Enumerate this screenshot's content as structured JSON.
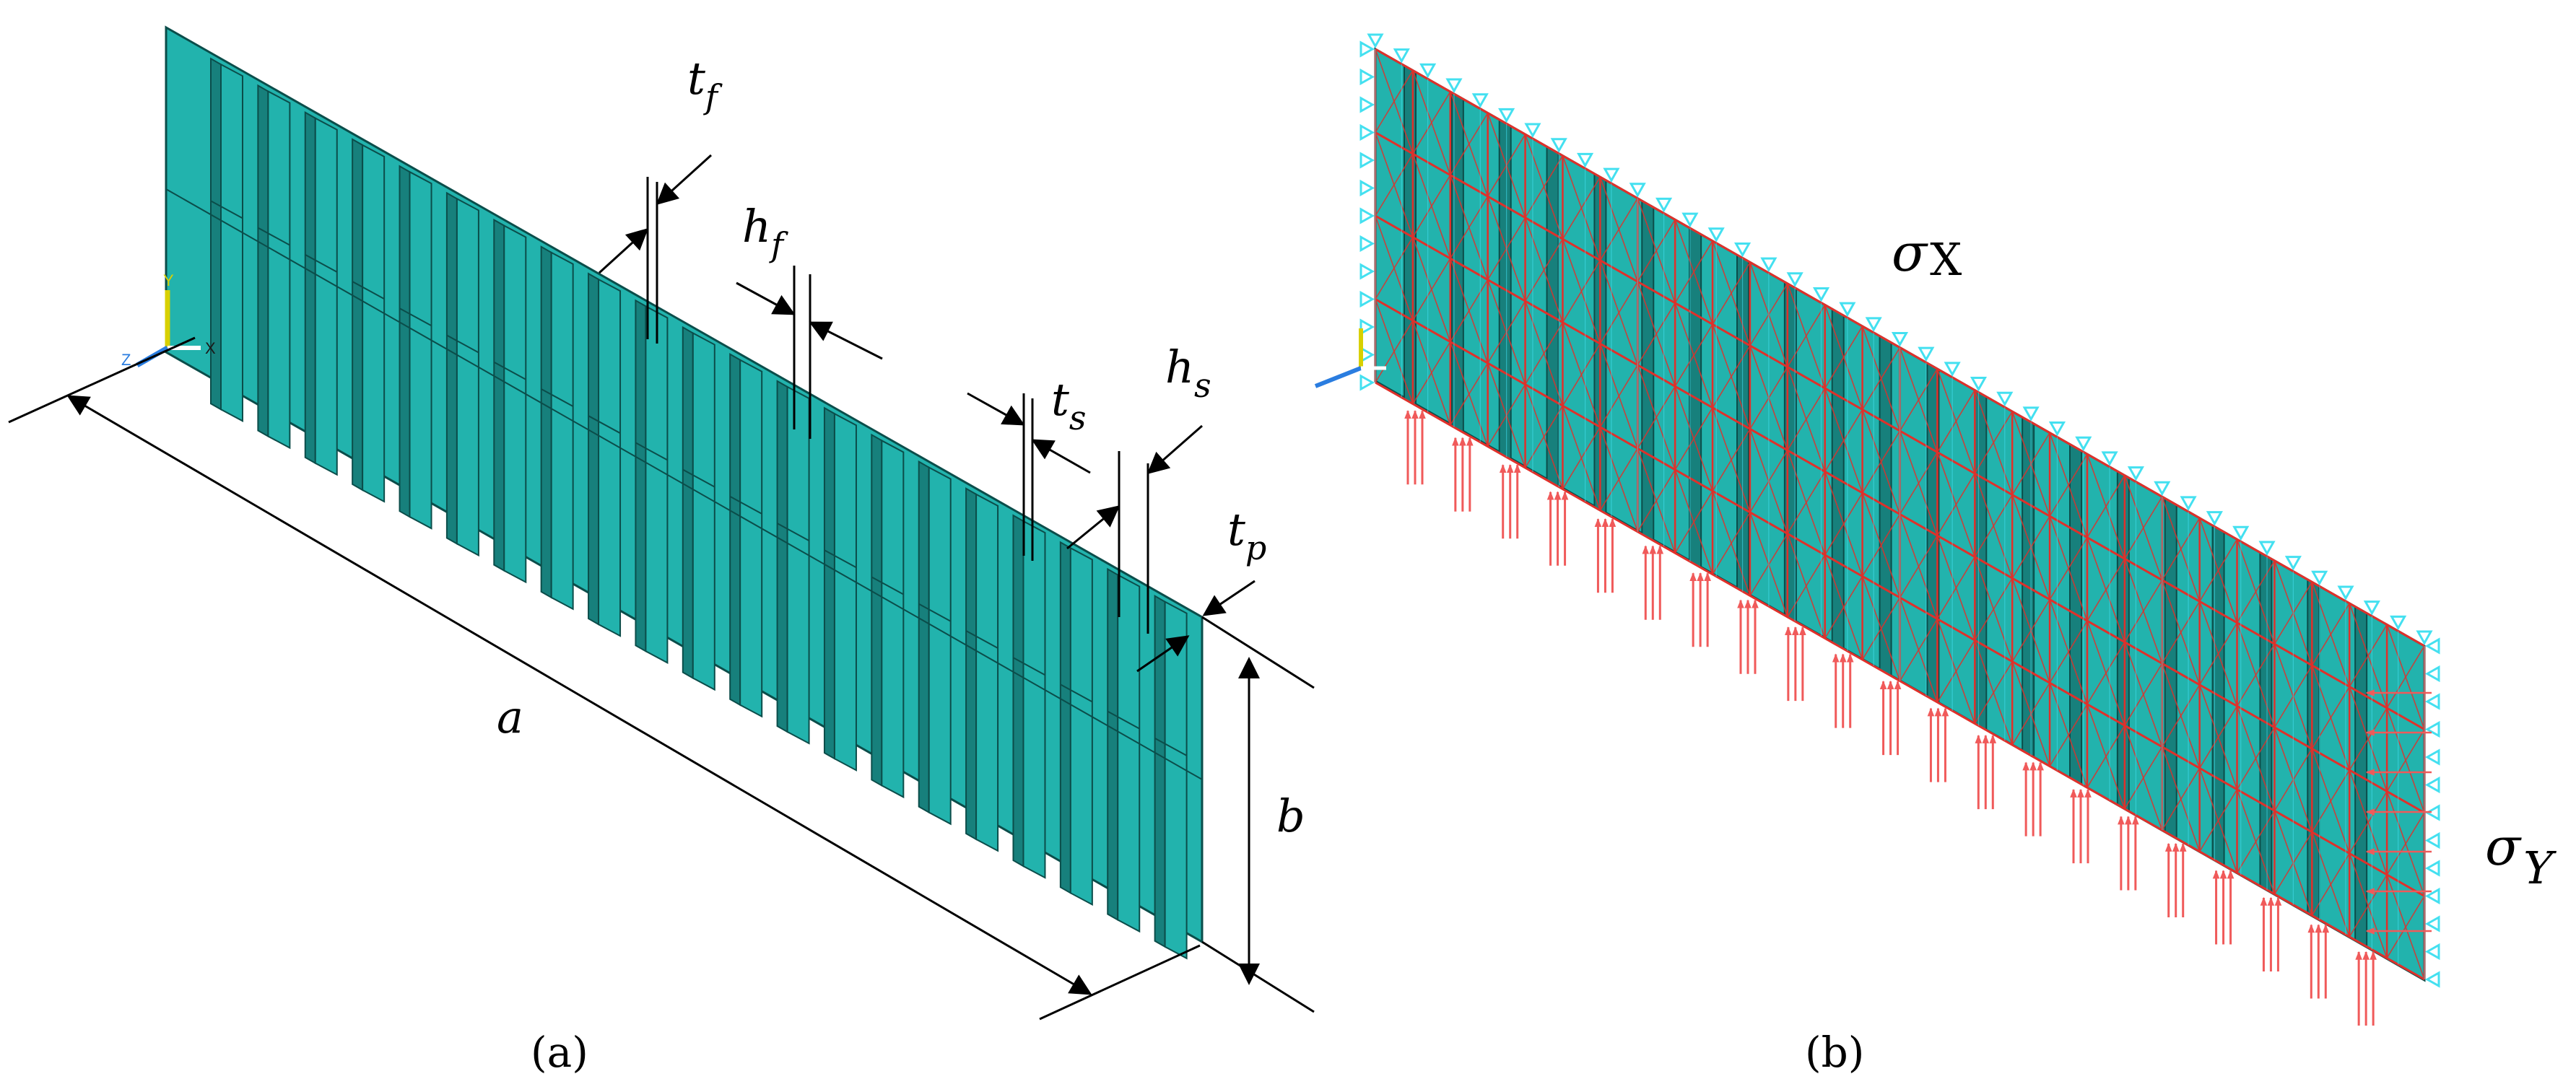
{
  "colors": {
    "plate": "#22b3ad",
    "plate_edge": "#0b4d4a",
    "plate_shadow": "#17807c",
    "mesh": "#e0302a",
    "load": "#f05a5a",
    "constraint": "#44e0f0",
    "axis_y": "#d8d000",
    "axis_x": "#ffffff",
    "axis_z": "#2a7de0"
  },
  "icons": {
    "triad": "xyz-axis-triad-icon",
    "dimension_arrow": "arrow-head-icon",
    "support": "constraint-triangle-icon",
    "force": "force-arrow-icon"
  },
  "panel_a": {
    "caption": "(a)",
    "stiffener_count": 21,
    "dims": {
      "a": "a",
      "b": "b",
      "tf_base": "t",
      "tf_sub": "f",
      "hf_base": "h",
      "hf_sub": "f",
      "ts_base": "t",
      "ts_sub": "s",
      "hs_base": "h",
      "hs_sub": "s",
      "tp_base": "t",
      "tp_sub": "p"
    },
    "triad": {
      "y": "Y",
      "x": "X",
      "z": "Z"
    }
  },
  "panel_b": {
    "caption": "(b)",
    "stiffener_count": 21,
    "sigma": "σ",
    "sx_sub": "X",
    "sy_sub": "Y"
  }
}
